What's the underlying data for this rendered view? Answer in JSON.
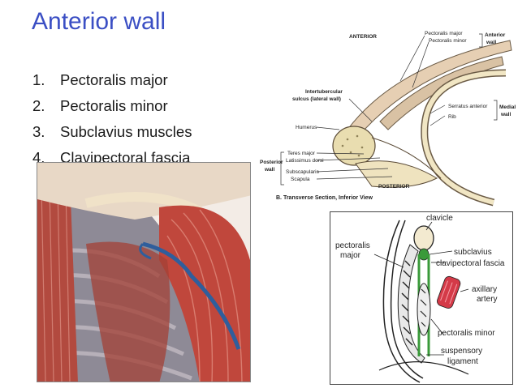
{
  "slide": {
    "title": "Anterior wall",
    "items": [
      {
        "num": "1.",
        "text": "Pectoralis major"
      },
      {
        "num": "2.",
        "text": "Pectoralis minor"
      },
      {
        "num": "3.",
        "text": "Subclavius muscles"
      },
      {
        "num": "4.",
        "text": "Clavipectoral fascia"
      }
    ]
  },
  "section_diagram": {
    "anterior": "ANTERIOR",
    "posterior": "POSTERIOR",
    "pect_major": "Pectoralis major",
    "pect_minor": "Pectoralis minor",
    "anterior_wall_1": "Anterior",
    "anterior_wall_2": "wall",
    "serratus": "Serratus anterior",
    "rib": "Rib",
    "medial_wall_1": "Medial",
    "medial_wall_2": "wall",
    "intertubercular_1": "Intertubercular",
    "intertubercular_2": "sulcus (lateral wall)",
    "humerus": "Humerus",
    "teres": "Teres major",
    "latissimus": "Latissimus dorsi",
    "subscapularis": "Subscapularis",
    "scapula": "Scapula",
    "posterior_wall_1": "Posterior",
    "posterior_wall_2": "wall",
    "caption": "B. Transverse Section, Inferior View"
  },
  "fascia_diagram": {
    "clavicle": "clavicle",
    "pectoralis": "pectoralis",
    "major": "major",
    "subclavius": "subclavius",
    "clavipectoral": "clavipectoral fascia",
    "axillary": "axillary",
    "artery": "artery",
    "pect_minor": "pectoralis minor",
    "suspensory": "suspensory",
    "ligament": "ligament"
  },
  "colors": {
    "title": "#3b4fc4",
    "muscle": "#b8433a",
    "fascia": "#3a9a3a",
    "artery": "#d43a48",
    "bone": "#e9ddb0"
  }
}
